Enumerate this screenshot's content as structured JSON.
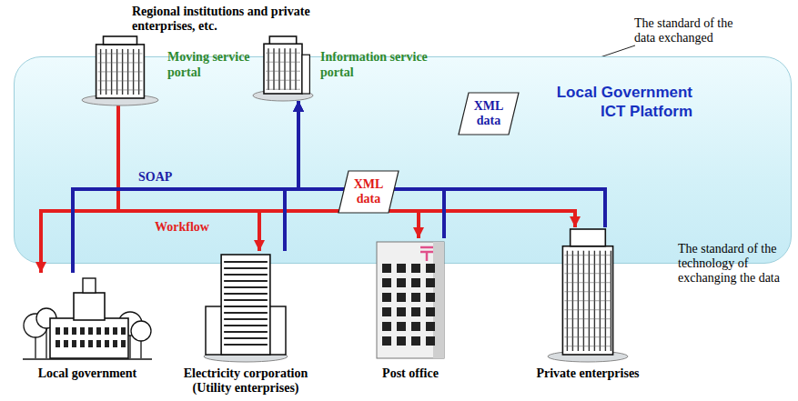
{
  "diagram": {
    "nodes": [
      {
        "text": [
          "Local Government ICT Platform"
        ]
      },
      {
        "text": [
          "Moving service portal"
        ]
      },
      {
        "text": [
          "Information service portal"
        ]
      },
      {
        "text": [
          "XML data"
        ],
        "in": 0
      },
      {
        "text": [
          "XML data"
        ],
        "in": 0
      },
      {
        "text": [
          "Local government"
        ]
      },
      {
        "text": [
          "Electricity corporation",
          "(Utility enterprises)"
        ]
      },
      {
        "text": [
          "Post office"
        ]
      },
      {
        "text": [
          "Private enterprises"
        ]
      }
    ],
    "edges": [
      {
        "from": 1,
        "to": 5,
        "arrow": "to",
        "label": "Workflow"
      },
      {
        "from": 1,
        "to": 6,
        "arrow": "to"
      },
      {
        "from": 1,
        "to": 7,
        "arrow": "to"
      },
      {
        "from": 1,
        "to": 8,
        "arrow": "to"
      },
      {
        "from": 5,
        "to": 2,
        "arrow": "to",
        "label": "SOAP"
      },
      {
        "from": 6,
        "to": 2,
        "arrow": "to"
      },
      {
        "from": 7,
        "to": 2,
        "arrow": "to"
      },
      {
        "from": 8,
        "to": 2,
        "arrow": "to"
      }
    ],
    "labels": [
      "Regional institutions and private enterprises, etc.",
      "The standard of the data exchanged",
      "The standard of the technology of exchanging the data"
    ]
  }
}
